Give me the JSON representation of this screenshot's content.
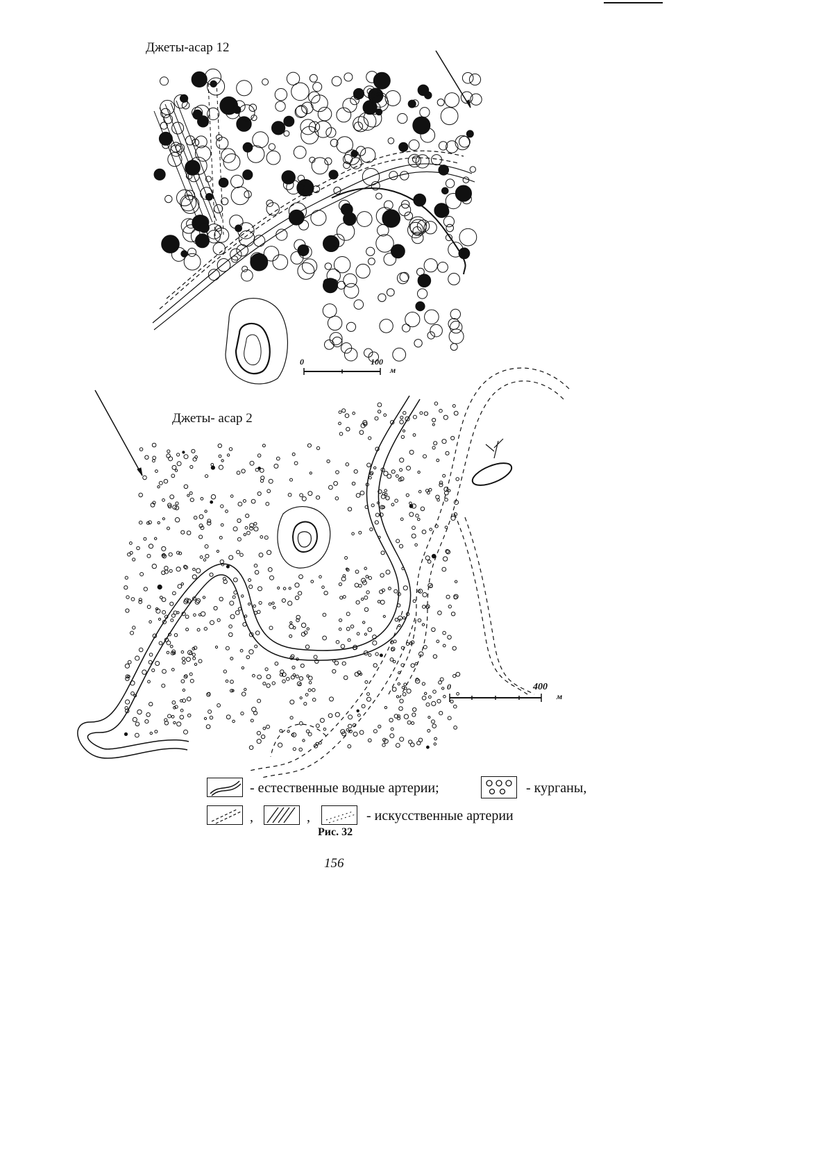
{
  "maps": [
    {
      "title": "Джеты-асар 12",
      "scale": {
        "zero": "0",
        "end": "100",
        "unit": "м"
      },
      "north_arrow": "north-arrow"
    },
    {
      "title": "Джеты- асар 2",
      "scale": {
        "zero": "0",
        "end": "400",
        "unit": "м"
      },
      "north_arrow": "north-arrow"
    }
  ],
  "legend": {
    "natural": "- естественные водные артерии;",
    "kurgans": "- курганы,",
    "sep1": ",",
    "sep2": ",",
    "artificial": "- искусственные артерии"
  },
  "caption": "Рис. 32",
  "page_number": "156",
  "colors": {
    "ink": "#111111",
    "paper": "#ffffff"
  }
}
